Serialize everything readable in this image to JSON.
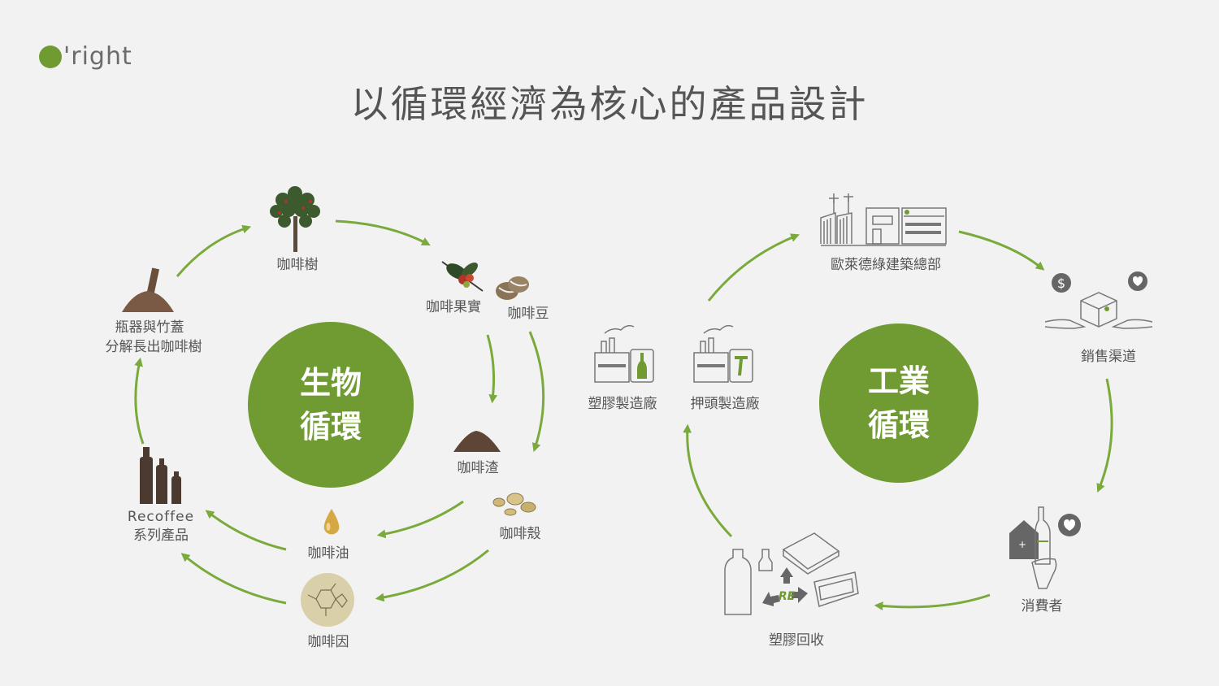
{
  "logo": {
    "text": "'right"
  },
  "title": "以循環經濟為核心的產品設計",
  "colors": {
    "accent": "#6f9b32",
    "arrow": "#7aaa3c",
    "text": "#555555",
    "background": "#f2f2f2"
  },
  "bio_cycle": {
    "hub_line1": "生物",
    "hub_line2": "循環",
    "nodes": {
      "coffee_tree": "咖啡樹",
      "coffee_cherry": "咖啡果實",
      "coffee_bean": "咖啡豆",
      "coffee_grounds": "咖啡渣",
      "coffee_husk": "咖啡殼",
      "coffee_oil": "咖啡油",
      "caffeine": "咖啡因",
      "recoffee_line1": "Recoffee",
      "recoffee_line2": "系列產品",
      "decompose_line1": "瓶器與竹蓋",
      "decompose_line2": "分解長出咖啡樹"
    }
  },
  "industrial_cycle": {
    "hub_line1": "工業",
    "hub_line2": "循環",
    "nodes": {
      "hq": "歐萊德綠建築總部",
      "sales": "銷售渠道",
      "consumer": "消費者",
      "plastic_recycle": "塑膠回收",
      "plastic_factory": "塑膠製造廠",
      "pump_factory": "押頭製造廠"
    },
    "recycle_mark": "RE"
  }
}
